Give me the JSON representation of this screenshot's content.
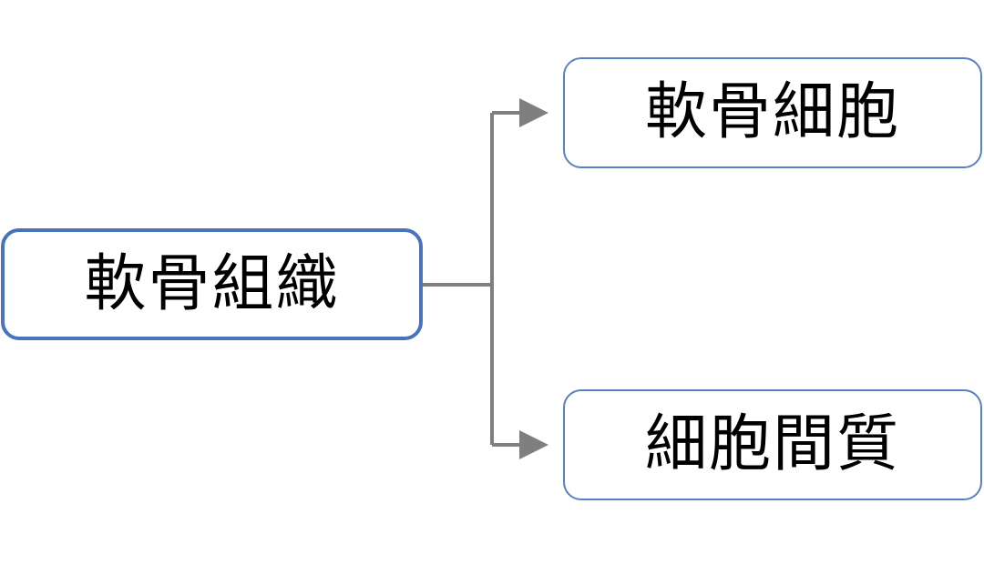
{
  "diagram": {
    "root": {
      "label": "軟骨組織"
    },
    "children": [
      {
        "label": "軟骨細胞"
      },
      {
        "label": "細胞間質"
      }
    ]
  },
  "colors": {
    "root_border": "#4a73bd",
    "child_border": "#5a80c4",
    "connector": "#7f7f7f"
  }
}
